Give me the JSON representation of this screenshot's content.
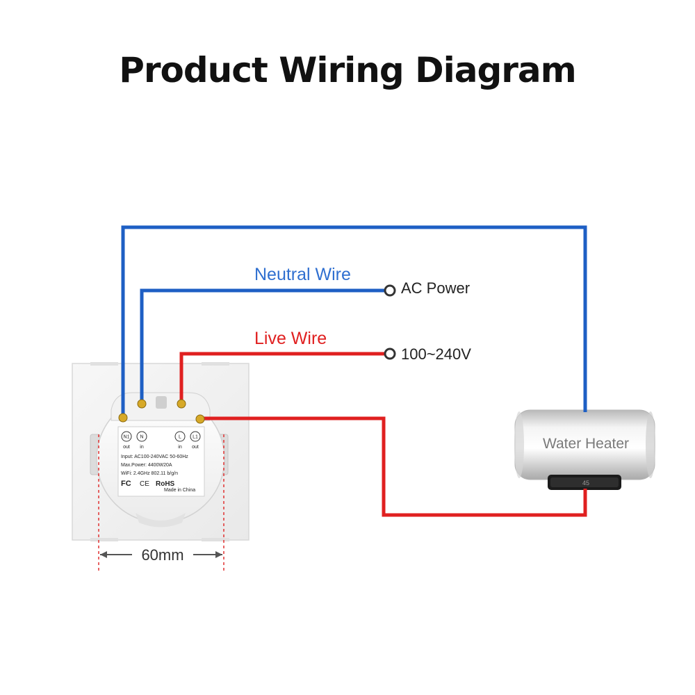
{
  "title": "Product Wiring Diagram",
  "wires": {
    "neutral_label": "Neutral Wire",
    "live_label": "Live Wire"
  },
  "power": {
    "ac_label": "AC Power",
    "voltage_label": "100~240V"
  },
  "load": {
    "name": "Water Heater",
    "display_value": "45"
  },
  "switch": {
    "terminals": [
      {
        "code": "N1",
        "sub": "out"
      },
      {
        "code": "N",
        "sub": "in"
      },
      {
        "code": "L",
        "sub": "in"
      },
      {
        "code": "L1",
        "sub": "out"
      }
    ],
    "spec_input": "Input: AC100-240VAC 50-60Hz",
    "spec_power": "Max.Power: 4400W20A",
    "spec_wifi": "WiFi: 2.4GHz 802.11 b/g/n",
    "cert_fc": "FC",
    "cert_ce": "CE",
    "cert_rohs": "RoHS",
    "made_in": "Made in China"
  },
  "dimension": {
    "label": "60mm"
  },
  "colors": {
    "neutral": "#1e5fc4",
    "live": "#e02020",
    "neutral_text": "#2f6fd0",
    "live_text": "#e02020"
  }
}
